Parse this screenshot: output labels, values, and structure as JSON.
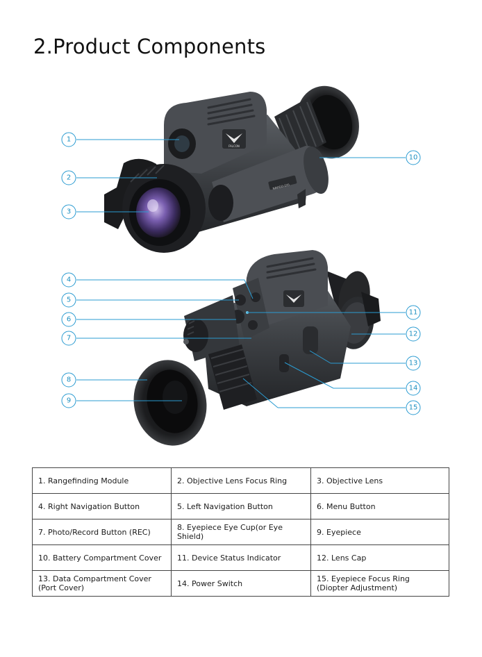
{
  "page": {
    "title": "2.Product Components"
  },
  "device": {
    "brand": "FALCON",
    "model_mark": "NAVIGO-225"
  },
  "callouts": [
    "1",
    "2",
    "3",
    "4",
    "5",
    "6",
    "7",
    "8",
    "9",
    "10",
    "11",
    "12",
    "13",
    "14",
    "15"
  ],
  "components": [
    [
      "1. Rangefinding Module",
      "2. Objective Lens Focus Ring",
      "3. Objective Lens"
    ],
    [
      "4. Right Navigation Button",
      "5. Left Navigation Button",
      "6. Menu Button"
    ],
    [
      "7. Photo/Record Button (REC)",
      "8. Eyepiece Eye Cup(or Eye Shield)",
      "9. Eyepiece"
    ],
    [
      "10. Battery Compartment Cover",
      "11. Device Status Indicator",
      "12. Lens Cap"
    ],
    [
      "13. Data Compartment Cover\n(Port Cover)",
      "14. Power Switch",
      "15. Eyepiece Focus Ring\n(Diopter Adjustment)"
    ]
  ],
  "colors": {
    "accent": "#1c8fc0",
    "device_body": "#3f4246",
    "device_dark": "#1f2124"
  }
}
